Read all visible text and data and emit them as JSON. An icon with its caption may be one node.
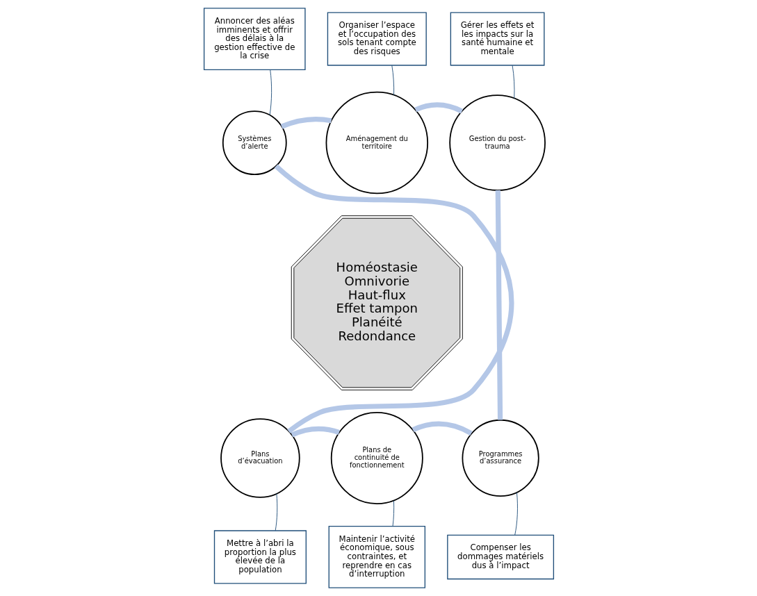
{
  "diagram": {
    "nodes": [
      {
        "text": [
          "Homéostasie",
          "Omnivorie",
          "Haut-flux",
          "Effet tampon",
          "Planéité",
          "Redondance"
        ]
      },
      {
        "text": [
          "Aménagement du territoire"
        ]
      },
      {
        "text": [
          "Gestion du post-trauma"
        ]
      },
      {
        "text": [
          "Programmes d’assurance"
        ]
      },
      {
        "text": [
          "Plans de continuité de fonctionnement"
        ]
      },
      {
        "text": [
          "Plans d’évacuation"
        ]
      },
      {
        "text": [
          "Systèmes d’alerte"
        ]
      },
      {
        "text": [
          "Organiser l’espace et l’occupation des sols tenant compte des risques"
        ]
      },
      {
        "text": [
          "Gérer les effets et les impacts sur la santé humaine et mentale"
        ]
      },
      {
        "text": [
          "Compenser les dommages matériels dus à l’impact"
        ]
      },
      {
        "text": [
          "Maintenir l’activité économique, sous contraintes, et reprendre en cas d’interruption"
        ]
      },
      {
        "text": [
          "Mettre à l’abri la proportion la plus élevée de la population"
        ]
      },
      {
        "text": [
          "Annoncer des aléas imminents et offrir des délais à la gestion effective de la crise"
        ]
      }
    ],
    "edges": [
      {
        "from": 1,
        "to": 2,
        "arrow": "none",
        "style": "thick",
        "color": "#b4c7e7"
      },
      {
        "from": 2,
        "to": 3,
        "arrow": "none",
        "style": "thick",
        "color": "#b4c7e7"
      },
      {
        "from": 3,
        "to": 4,
        "arrow": "none",
        "style": "thick",
        "color": "#b4c7e7"
      },
      {
        "from": 4,
        "to": 5,
        "arrow": "none",
        "style": "thick",
        "color": "#b4c7e7"
      },
      {
        "from": 5,
        "to": 6,
        "arrow": "none",
        "style": "thick",
        "color": "#b4c7e7"
      },
      {
        "from": 6,
        "to": 1,
        "arrow": "none",
        "style": "thick",
        "color": "#b4c7e7"
      },
      {
        "from": 7,
        "to": 1,
        "arrow": "none",
        "color": "#1f4e79"
      },
      {
        "from": 8,
        "to": 2,
        "arrow": "none",
        "color": "#1f4e79"
      },
      {
        "from": 9,
        "to": 3,
        "arrow": "none",
        "color": "#1f4e79"
      },
      {
        "from": 10,
        "to": 4,
        "arrow": "none",
        "color": "#1f4e79"
      },
      {
        "from": 11,
        "to": 5,
        "arrow": "none",
        "color": "#1f4e79"
      },
      {
        "from": 12,
        "to": 6,
        "arrow": "none",
        "color": "#1f4e79"
      }
    ]
  }
}
